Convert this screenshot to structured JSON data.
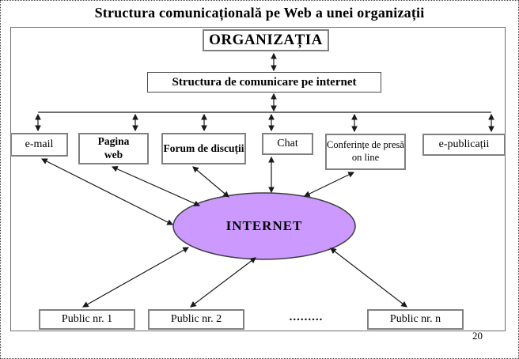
{
  "page": {
    "title": "Structura comunicațională pe Web a unei organizații",
    "page_number": "20"
  },
  "colors": {
    "internet_fill": "#CC99FF",
    "box_border": "#808080",
    "arrow": "#1a1a1a"
  },
  "nodes": {
    "organization": {
      "label": "ORGANIZAȚIA"
    },
    "structure": {
      "label": "Structura de comunicare pe internet"
    },
    "channels": [
      {
        "label": "e-mail"
      },
      {
        "label": "Pagina web"
      },
      {
        "label": "Forum de discuții"
      },
      {
        "label": "Chat"
      },
      {
        "label": "Conferințe de presă on line"
      },
      {
        "label": "e-publicații"
      }
    ],
    "internet": {
      "label": "INTERNET"
    },
    "publics": [
      {
        "label": "Public nr. 1"
      },
      {
        "label": "Public nr. 2"
      },
      {
        "label": "Public nr. n"
      }
    ],
    "ellipsis": "........."
  }
}
